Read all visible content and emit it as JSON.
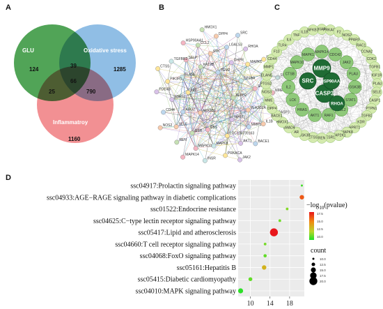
{
  "panels": {
    "a": "A",
    "b": "B",
    "c": "C",
    "d": "D"
  },
  "venn": {
    "sets": [
      "GLU",
      "Oxidative stress",
      "Inflammatroy"
    ],
    "colors": [
      "#3e9a45",
      "#6aa8dc",
      "#ee6b6e"
    ],
    "counts": {
      "glu_only": "124",
      "ox_only": "1285",
      "inf_only": "1160",
      "glu_ox": "39",
      "glu_inf": "25",
      "ox_inf": "790",
      "all": "66"
    }
  },
  "network_b": {
    "nodes": [
      "ALDH2",
      "AKR1B1",
      "TGM2",
      "HPRT1",
      "F10",
      "GP1BA",
      "CBS",
      "KAT2B",
      "PLA2G2A",
      "ARG2",
      "DHFR",
      "LOC100739163",
      "ELANE",
      "SIRT1",
      "GSR",
      "STK",
      "MMP1",
      "FDFT1",
      "MAPK1",
      "MAPK8",
      "SELP",
      "RAC1",
      "SELE",
      "LGALS3",
      "AKT1",
      "PIK3R1",
      "TNF",
      "MAPK10",
      "CCL2",
      "IL1B",
      "CD44",
      "RHOA",
      "PRKACA",
      "TGFBR2",
      "NME",
      "REN",
      "DPP4",
      "BACE1",
      "PDE4B",
      "IGF1R",
      "INSR",
      "HSP90AA1",
      "CASP3",
      "NOS2",
      "SRC",
      "JAK2",
      "CTSS",
      "SMAD4",
      "MAPK14",
      "HMOX1"
    ]
  },
  "network_c": {
    "hubs": [
      "MMP9",
      "SRC",
      "CASP3",
      "HSP90AA1",
      "RHOA"
    ],
    "inner": [
      "MAPK14",
      "CDC42",
      "JAK2",
      "PLAU",
      "GSK3B",
      "STAT1",
      "CCL2",
      "RAF1",
      "AKT1",
      "HRAS",
      "LCK",
      "IL2",
      "CTSB",
      "MAPK10",
      "MAPK1"
    ],
    "outer": [
      "XIAP",
      "PRKACA",
      "F2",
      "NOS2",
      "PPARG",
      "RAC1",
      "CCNA2",
      "CDK2",
      "TGFB1",
      "IGF1R",
      "PLAU",
      "SELE",
      "CASP1",
      "PTPN1",
      "TGFB2",
      "KDR",
      "HPRT1",
      "MAPK8",
      "MAP2K1",
      "ESR1",
      "REN",
      "CTSS",
      "GSK3B",
      "AR",
      "SMAD4",
      "HMOX1",
      "BACE1",
      "DPP4",
      "MME",
      "NOS3",
      "PTGS2",
      "ELANE",
      "MMP1",
      "CD44",
      "F10",
      "TLR4",
      "IL6",
      "TNF",
      "IL1B",
      "NFKB1"
    ]
  },
  "chart_data": {
    "type": "scatter",
    "title": "",
    "xlabel": "",
    "ylabel": "",
    "xlim": [
      7.5,
      21
    ],
    "xticks": [
      10,
      14,
      18
    ],
    "categories": [
      "ssc04917:Prolactin signaling pathway",
      "ssc04933:AGE−RAGE signaling pathway in diabetic complications",
      "ssc01522:Endocrine resistance",
      "ssc04625:C−type lectin receptor signaling pathway",
      "ssc05417:Lipid and atherosclerosis",
      "ssc04660:T cell receptor signaling pathway",
      "ssc04068:FoxO signaling pathway",
      "ssc05161:Hepatitis B",
      "ssc05415:Diabetic cardiomyopathy",
      "ssc04010:MAPK signaling pathway"
    ],
    "points": [
      {
        "x": 20.5,
        "count": 10,
        "logp": 10.5
      },
      {
        "x": 20.5,
        "count": 14,
        "logp": 16.0
      },
      {
        "x": 17.5,
        "count": 11,
        "logp": 11.5
      },
      {
        "x": 16.0,
        "count": 11,
        "logp": 11.2
      },
      {
        "x": 14.8,
        "count": 20,
        "logp": 17.5
      },
      {
        "x": 13.0,
        "count": 11,
        "logp": 11.3
      },
      {
        "x": 13.0,
        "count": 12,
        "logp": 11.0
      },
      {
        "x": 12.8,
        "count": 14,
        "logp": 13.5
      },
      {
        "x": 10.0,
        "count": 13,
        "logp": 11.0
      },
      {
        "x": 8.0,
        "count": 15,
        "logp": 10.2
      }
    ],
    "color_legend": {
      "title_prefix": "−log",
      "title_sub": "10",
      "title_suffix": "(pvalue)",
      "range": [
        10,
        17.5
      ],
      "ticks": [
        "17.5",
        "15.0",
        "12.5",
        "10.0"
      ],
      "colors": [
        "#e8161b",
        "#f08a10",
        "#b7d629",
        "#1ee028"
      ]
    },
    "size_legend": {
      "title": "count",
      "values": [
        10,
        12.5,
        15,
        17.5,
        20
      ],
      "labels": [
        "10.0",
        "12.5",
        "15.0",
        "17.5",
        "20.0"
      ]
    },
    "grid": true,
    "legend_placement": "right"
  }
}
